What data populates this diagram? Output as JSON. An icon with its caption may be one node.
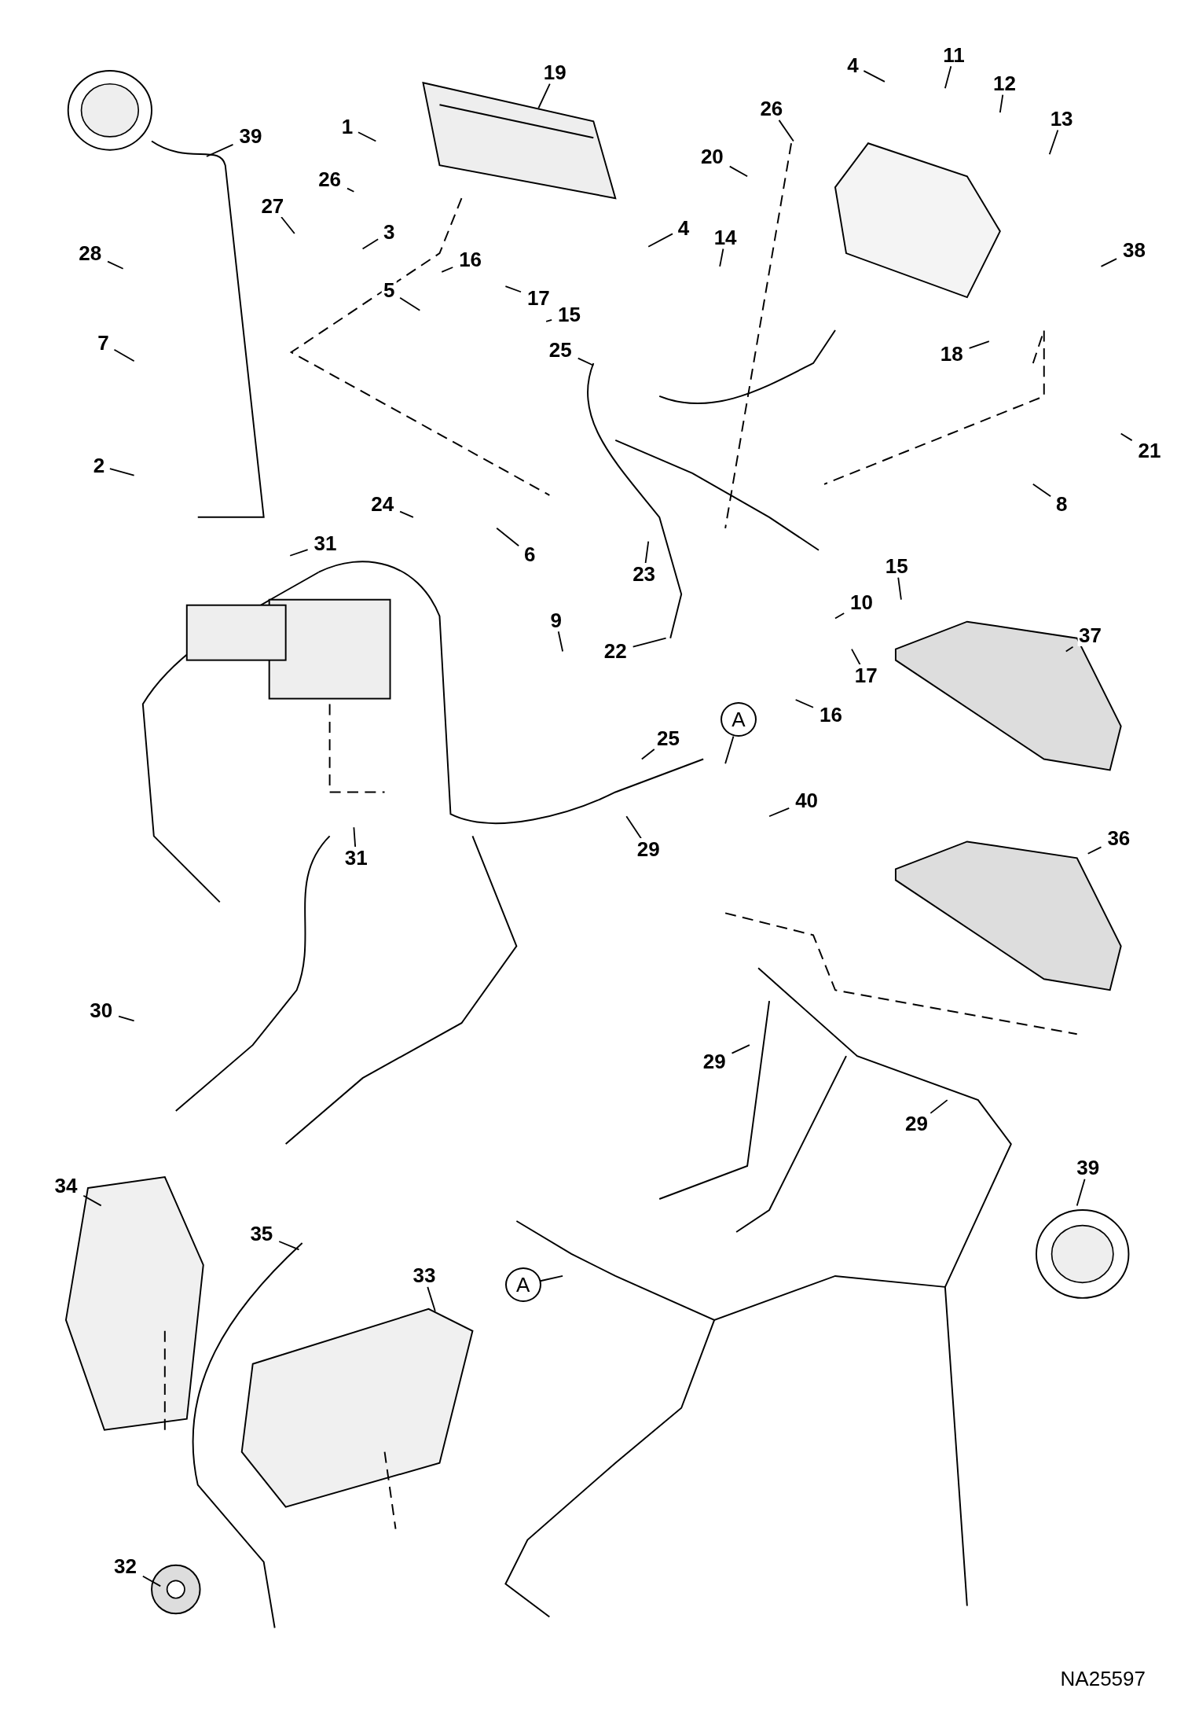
{
  "diagram": {
    "nodes": [
      {
        "text": [
          "11"
        ]
      },
      {
        "text": [
          "4"
        ]
      },
      {
        "text": [
          "12"
        ]
      },
      {
        "text": [
          "19"
        ]
      },
      {
        "text": [
          "26"
        ]
      },
      {
        "text": [
          "13"
        ]
      },
      {
        "text": [
          "1"
        ]
      },
      {
        "text": [
          "39"
        ]
      },
      {
        "text": [
          "20"
        ]
      },
      {
        "text": [
          "26"
        ]
      },
      {
        "text": [
          "27"
        ]
      },
      {
        "text": [
          "4"
        ]
      },
      {
        "text": [
          "3"
        ]
      },
      {
        "text": [
          "14"
        ]
      },
      {
        "text": [
          "38"
        ]
      },
      {
        "text": [
          "28"
        ]
      },
      {
        "text": [
          "16"
        ]
      },
      {
        "text": [
          "5"
        ]
      },
      {
        "text": [
          "17"
        ]
      },
      {
        "text": [
          "15"
        ]
      },
      {
        "text": [
          "7"
        ]
      },
      {
        "text": [
          "25"
        ]
      },
      {
        "text": [
          "18"
        ]
      },
      {
        "text": [
          "21"
        ]
      },
      {
        "text": [
          "2"
        ]
      },
      {
        "text": [
          "24"
        ]
      },
      {
        "text": [
          "8"
        ]
      },
      {
        "text": [
          "31"
        ]
      },
      {
        "text": [
          "6"
        ]
      },
      {
        "text": [
          "15"
        ]
      },
      {
        "text": [
          "23"
        ]
      },
      {
        "text": [
          "10"
        ]
      },
      {
        "text": [
          "9"
        ]
      },
      {
        "text": [
          "37"
        ]
      },
      {
        "text": [
          "22"
        ]
      },
      {
        "text": [
          "17"
        ]
      },
      {
        "text": [
          "16"
        ]
      },
      {
        "text": [
          "A"
        ]
      },
      {
        "text": [
          "25"
        ]
      },
      {
        "text": [
          "40"
        ]
      },
      {
        "text": [
          "36"
        ]
      },
      {
        "text": [
          "29"
        ]
      },
      {
        "text": [
          "31"
        ]
      },
      {
        "text": [
          "30"
        ]
      },
      {
        "text": [
          "29"
        ]
      },
      {
        "text": [
          "29"
        ]
      },
      {
        "text": [
          "39"
        ]
      },
      {
        "text": [
          "34"
        ]
      },
      {
        "text": [
          "35"
        ]
      },
      {
        "text": [
          "33"
        ]
      },
      {
        "text": [
          "A"
        ]
      },
      {
        "text": [
          "32"
        ]
      }
    ],
    "edges": [
      {
        "from": 0,
        "to": null,
        "arrow": "none"
      },
      {
        "from": 1,
        "to": null,
        "arrow": "none"
      },
      {
        "from": 2,
        "to": null,
        "arrow": "none"
      },
      {
        "from": 3,
        "to": null,
        "arrow": "none"
      },
      {
        "from": 4,
        "to": null,
        "arrow": "none"
      },
      {
        "from": 5,
        "to": null,
        "arrow": "none"
      },
      {
        "from": 6,
        "to": null,
        "arrow": "none"
      },
      {
        "from": 7,
        "to": null,
        "arrow": "none"
      },
      {
        "from": 8,
        "to": null,
        "arrow": "none"
      },
      {
        "from": 9,
        "to": null,
        "arrow": "none"
      },
      {
        "from": 10,
        "to": null,
        "arrow": "none"
      },
      {
        "from": 11,
        "to": null,
        "arrow": "none"
      },
      {
        "from": 12,
        "to": null,
        "arrow": "none"
      },
      {
        "from": 13,
        "to": null,
        "arrow": "none"
      },
      {
        "from": 14,
        "to": null,
        "arrow": "none"
      },
      {
        "from": 15,
        "to": null,
        "arrow": "none"
      },
      {
        "from": 16,
        "to": null,
        "arrow": "none"
      },
      {
        "from": 17,
        "to": null,
        "arrow": "none"
      },
      {
        "from": 18,
        "to": null,
        "arrow": "none"
      },
      {
        "from": 19,
        "to": null,
        "arrow": "none"
      },
      {
        "from": 20,
        "to": null,
        "arrow": "none"
      },
      {
        "from": 21,
        "to": null,
        "arrow": "none"
      },
      {
        "from": 22,
        "to": null,
        "arrow": "none"
      },
      {
        "from": 23,
        "to": null,
        "arrow": "none"
      },
      {
        "from": 24,
        "to": null,
        "arrow": "none"
      },
      {
        "from": 25,
        "to": null,
        "arrow": "none"
      },
      {
        "from": 26,
        "to": null,
        "arrow": "none"
      },
      {
        "from": 27,
        "to": null,
        "arrow": "none"
      },
      {
        "from": 28,
        "to": null,
        "arrow": "none"
      },
      {
        "from": 29,
        "to": null,
        "arrow": "none"
      },
      {
        "from": 30,
        "to": null,
        "arrow": "none"
      },
      {
        "from": 31,
        "to": null,
        "arrow": "none"
      },
      {
        "from": 32,
        "to": null,
        "arrow": "none"
      },
      {
        "from": 33,
        "to": null,
        "arrow": "none"
      },
      {
        "from": 34,
        "to": null,
        "arrow": "none"
      },
      {
        "from": 35,
        "to": null,
        "arrow": "none"
      },
      {
        "from": 36,
        "to": null,
        "arrow": "none"
      },
      {
        "from": 37,
        "to": null,
        "arrow": "none"
      },
      {
        "from": 38,
        "to": null,
        "arrow": "none"
      },
      {
        "from": 39,
        "to": null,
        "arrow": "none"
      },
      {
        "from": 40,
        "to": null,
        "arrow": "none"
      },
      {
        "from": 41,
        "to": null,
        "arrow": "none"
      },
      {
        "from": 42,
        "to": null,
        "arrow": "none"
      },
      {
        "from": 43,
        "to": null,
        "arrow": "none"
      },
      {
        "from": 44,
        "to": null,
        "arrow": "none"
      },
      {
        "from": 45,
        "to": null,
        "arrow": "none"
      },
      {
        "from": 46,
        "to": null,
        "arrow": "none"
      },
      {
        "from": 47,
        "to": null,
        "arrow": "none"
      },
      {
        "from": 48,
        "to": null,
        "arrow": "none"
      },
      {
        "from": 49,
        "to": null,
        "arrow": "none"
      },
      {
        "from": 50,
        "to": null,
        "arrow": "none"
      },
      {
        "from": 51,
        "to": null,
        "arrow": "none"
      }
    ],
    "labels": [
      "NA25597"
    ]
  }
}
